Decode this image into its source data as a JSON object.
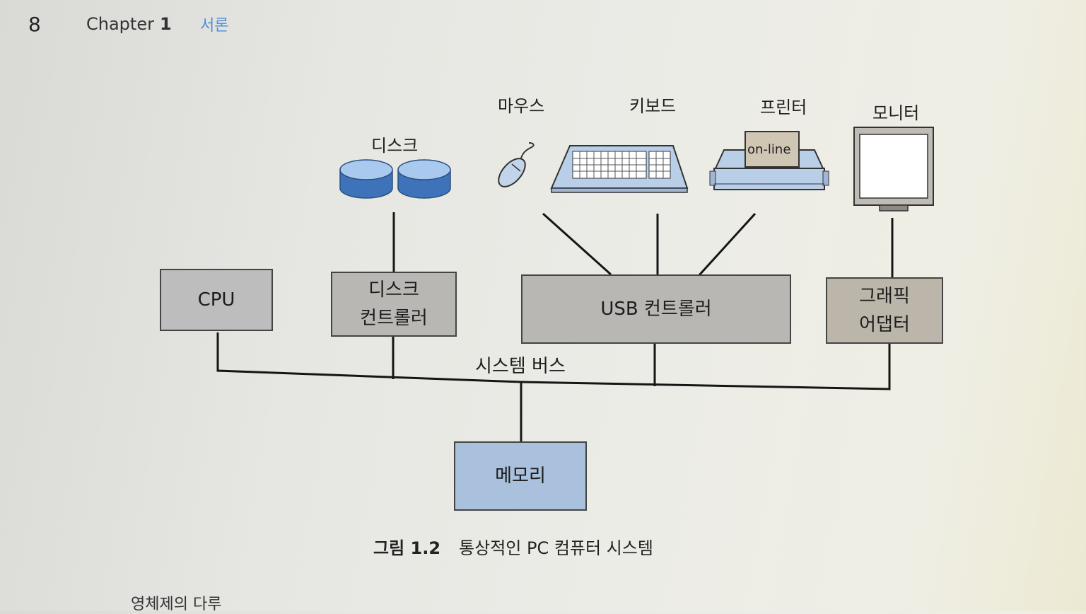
{
  "header": {
    "page_number": "8",
    "chapter_word": "Chapter",
    "chapter_number": "1",
    "section_title": "서론"
  },
  "devices": {
    "disk": "디스크",
    "mouse": "마우스",
    "keyboard": "키보드",
    "printer": "프린터",
    "printer_tag": "on-line",
    "monitor": "모니터"
  },
  "components": {
    "cpu": "CPU",
    "disk_controller_1": "디스크",
    "disk_controller_2": "컨트롤러",
    "usb_controller": "USB 컨트롤러",
    "graphics_adapter_1": "그래픽",
    "graphics_adapter_2": "어댑터",
    "memory": "메모리"
  },
  "bus_label": "시스템 버스",
  "caption": {
    "number": "그림 1.2",
    "title": "통상적인 PC 컴퓨터 시스템"
  },
  "footer_text": "영체제의 다루"
}
